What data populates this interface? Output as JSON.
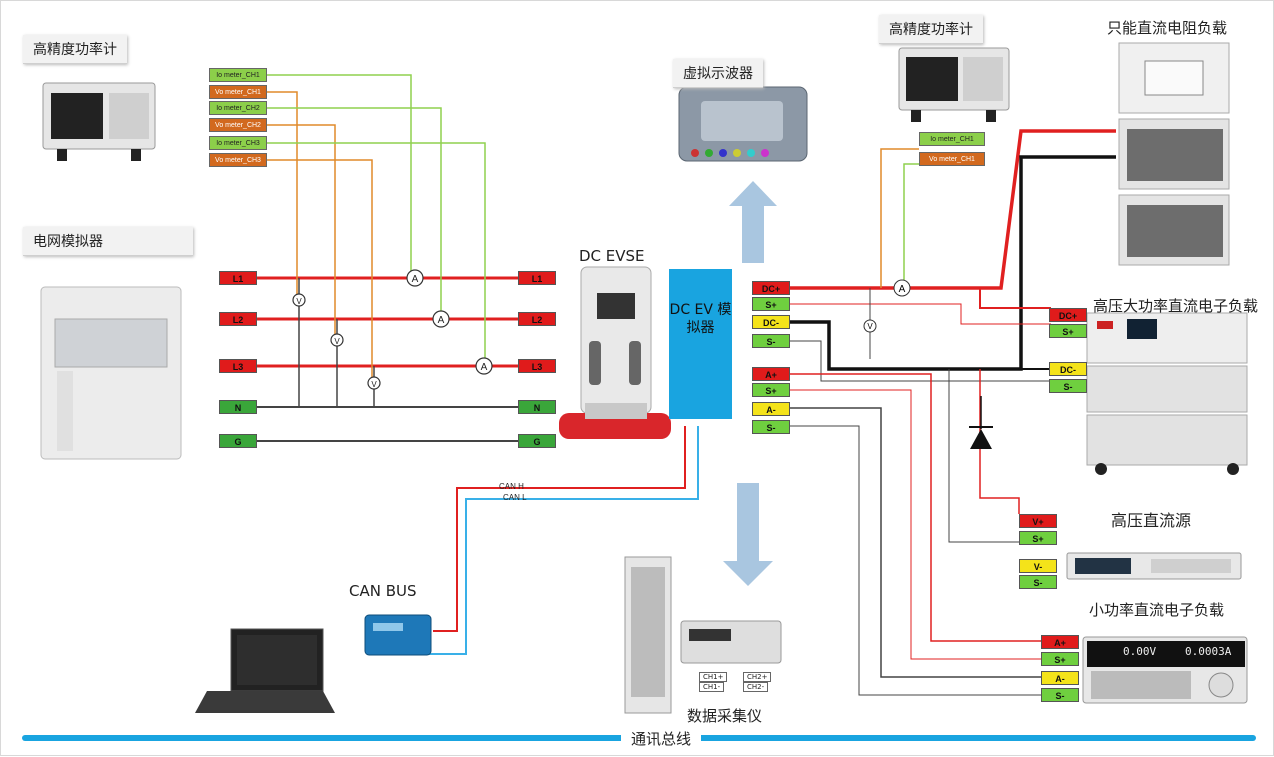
{
  "labels": {
    "power_meter_left": "高精度功率计",
    "power_meter_right": "高精度功率计",
    "grid_simulator": "电网模拟器",
    "oscilloscope": "虚拟示波器",
    "dc_evse": "DC EVSE",
    "ev_simulator": "DC EV 模拟器",
    "resistive_load": "只能直流电阻负载",
    "hv_electronic_load": "高压大功率直流电子负载",
    "hv_dc_source": "高压直流源",
    "low_power_load": "小功率直流电子负载",
    "can_bus": "CAN BUS",
    "can_h": "CAN H",
    "can_l": "CAN L",
    "daq": "数据采集仪",
    "comm_bus": "通讯总线"
  },
  "meter_tags_left": [
    "Io meter_CH1",
    "Vo meter_CH1",
    "Io meter_CH2",
    "Vo meter_CH2",
    "Io meter_CH3",
    "Vo meter_CH3"
  ],
  "meter_tags_right": [
    "Io meter_CH1",
    "Vo meter_CH1"
  ],
  "ac_terminals": [
    "L1",
    "L2",
    "L3",
    "N",
    "G"
  ],
  "ev_terminals": [
    "DC+",
    "S+",
    "DC-",
    "S-",
    "A+",
    "S+",
    "A-",
    "S-"
  ],
  "load_terminals": [
    "DC+",
    "S+",
    "DC-",
    "S-"
  ],
  "source_terminals": [
    "V+",
    "S+",
    "V-",
    "S-"
  ],
  "small_load_terminals": [
    "A+",
    "S+",
    "A-",
    "S-"
  ],
  "daq_channels": [
    "CH1+",
    "CH1-",
    "CH2+",
    "CH2-"
  ],
  "ammeter_symbol": "A",
  "voltmeter_symbol": "V",
  "small_load_display": [
    "0.00V",
    "0.0003A"
  ],
  "colors": {
    "line_red": "#e02020",
    "line_black": "#111111",
    "line_green": "#8fd14f",
    "line_orange": "#e08a2a",
    "line_blue": "#39b0e8",
    "arrow_blue": "#a9c6e0",
    "bus_blue": "#19a4e0"
  }
}
